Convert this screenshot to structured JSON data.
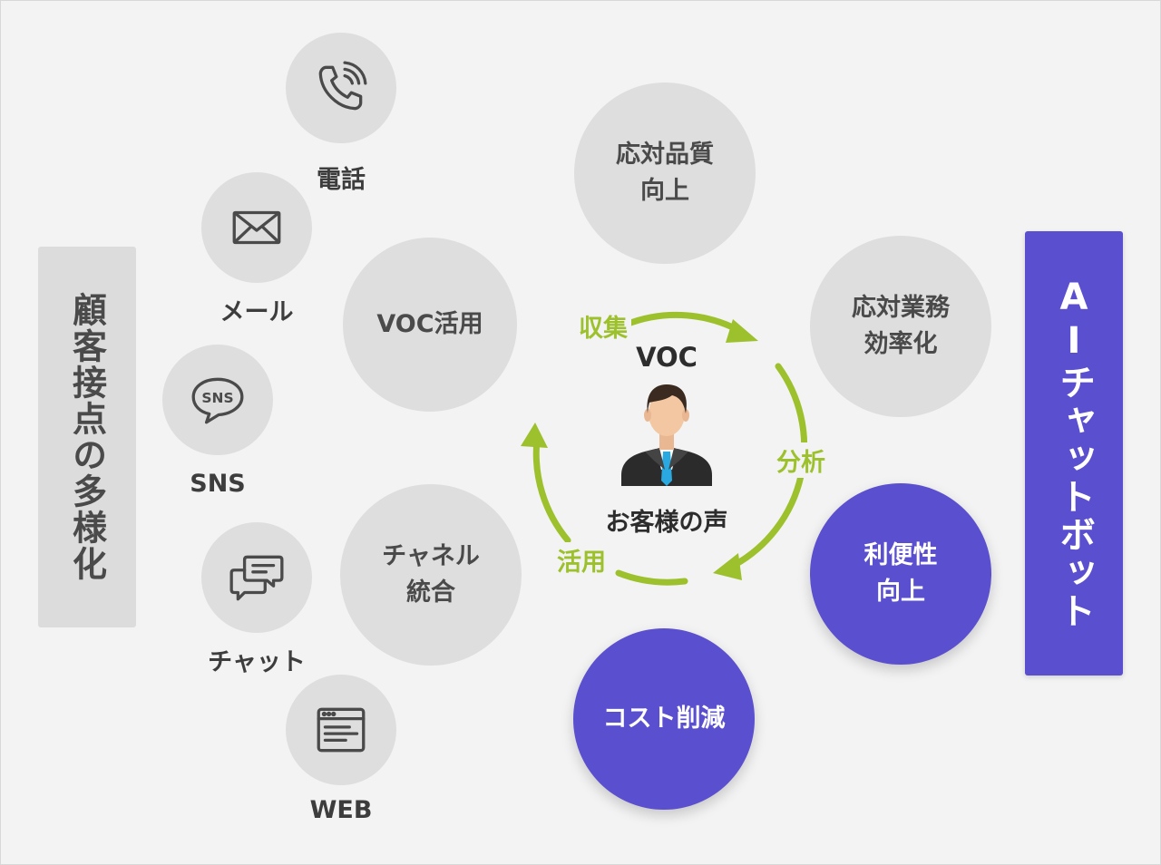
{
  "left_panel": {
    "label": "顧客接点の多様化"
  },
  "right_panel": {
    "label": "AIチャットボット"
  },
  "channels": [
    {
      "label": "電話",
      "icon": "phone-icon"
    },
    {
      "label": "メール",
      "icon": "envelope-icon"
    },
    {
      "label": "SNS",
      "icon": "sns-speech-bubble-icon"
    },
    {
      "label": "チャット",
      "icon": "chat-bubbles-icon"
    },
    {
      "label": "WEB",
      "icon": "browser-window-icon"
    }
  ],
  "gray_circles": {
    "voc_use": "VOC活用",
    "channel_integration": "チャネル\n統合",
    "quality": "応対品質\n向上",
    "efficiency": "応対業務\n効率化"
  },
  "purple_circles": {
    "convenience": "利便性\n向上",
    "cost": "コスト削減"
  },
  "cycle": {
    "collect": "収集",
    "analyze": "分析",
    "use": "活用",
    "center_title": "VOC",
    "center_caption": "お客様の声",
    "person_icon": "businessman-avatar-icon"
  },
  "colors": {
    "accent_green": "#9cc12c",
    "accent_purple": "#5a4fcf",
    "circle_gray": "#dedede"
  }
}
